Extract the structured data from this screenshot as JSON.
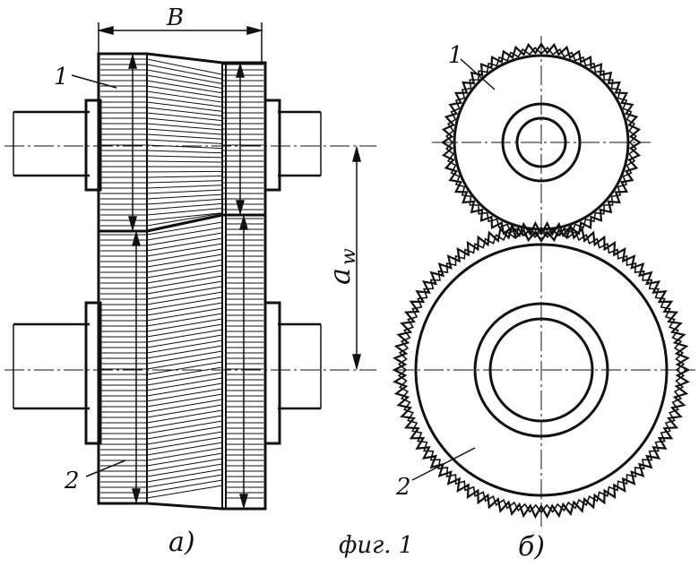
{
  "labels": {
    "width": "B",
    "center_distance": "a",
    "center_distance_sub": "w",
    "part1_a": "1",
    "part2_a": "2",
    "part1_b": "1",
    "part2_b": "2",
    "view_a": "а)",
    "view_b": "б)",
    "caption": "фиг. 1"
  },
  "gear1": {
    "teeth": 48
  },
  "gear2": {
    "teeth": 78
  },
  "colors": {
    "ink": "#111111",
    "paper": "#ffffff"
  }
}
